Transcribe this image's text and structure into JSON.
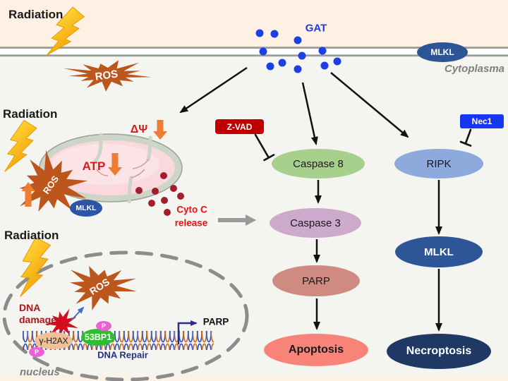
{
  "colors": {
    "background_main": "#f4f4f1",
    "background_extracellular": "#fdf1e3",
    "membrane_gray": "#9c9c9c",
    "ros_burst": "#bc561d",
    "lightning_yellow": "#ffc929",
    "zvad_red": "#c00000",
    "nec1_blue": "#1636f2",
    "caspase8_green": "#a8d08d",
    "caspase3_lilac": "#cda9cb",
    "parp_rose": "#cf8a82",
    "apoptosis_salmon": "#f88379",
    "ripk_lightblue": "#8ea9db",
    "mlkl_blue": "#2e5597",
    "necroptosis_navy": "#1f3864",
    "orange_arrow": "#ed7d31",
    "cytoc_dot": "#a31d2c",
    "gat_dot": "#1d3fe3"
  },
  "labels": {
    "radiation_top": "Radiation",
    "radiation_mid": "Radiation",
    "radiation_bottom": "Radiation",
    "gat": "GAT",
    "cytoplasm": "Cytoplasma",
    "ros_top": "ROS",
    "ros_mito": "ROS",
    "ros_nucleus": "ROS",
    "mlkl_membrane": "MLKL",
    "mlkl_mito": "MLKL",
    "delta_psi": "ΔΨ",
    "atp": "ATP",
    "cyto_c_line1": "Cyto C",
    "cyto_c_line2": "release",
    "zvad": "Z-VAD",
    "nec1": "Nec1"
  },
  "apoptosis_pathway": {
    "nodes": [
      {
        "label": "Caspase 8"
      },
      {
        "label": "Caspase 3"
      },
      {
        "label": "PARP"
      },
      {
        "label": "Apoptosis"
      }
    ]
  },
  "necroptosis_pathway": {
    "nodes": [
      {
        "label": "RIPK"
      },
      {
        "label": "MLKL"
      },
      {
        "label": "Necroptosis"
      }
    ]
  },
  "nucleus": {
    "label": "nucleus",
    "dna_damage_line1": "DNA",
    "dna_damage_line2": "damage",
    "gamma_h2ax": "γ-H2AX",
    "bp1": "53BP1",
    "p": "P",
    "dna_repair": "DNA Repair",
    "parp_gene": "PARP"
  }
}
